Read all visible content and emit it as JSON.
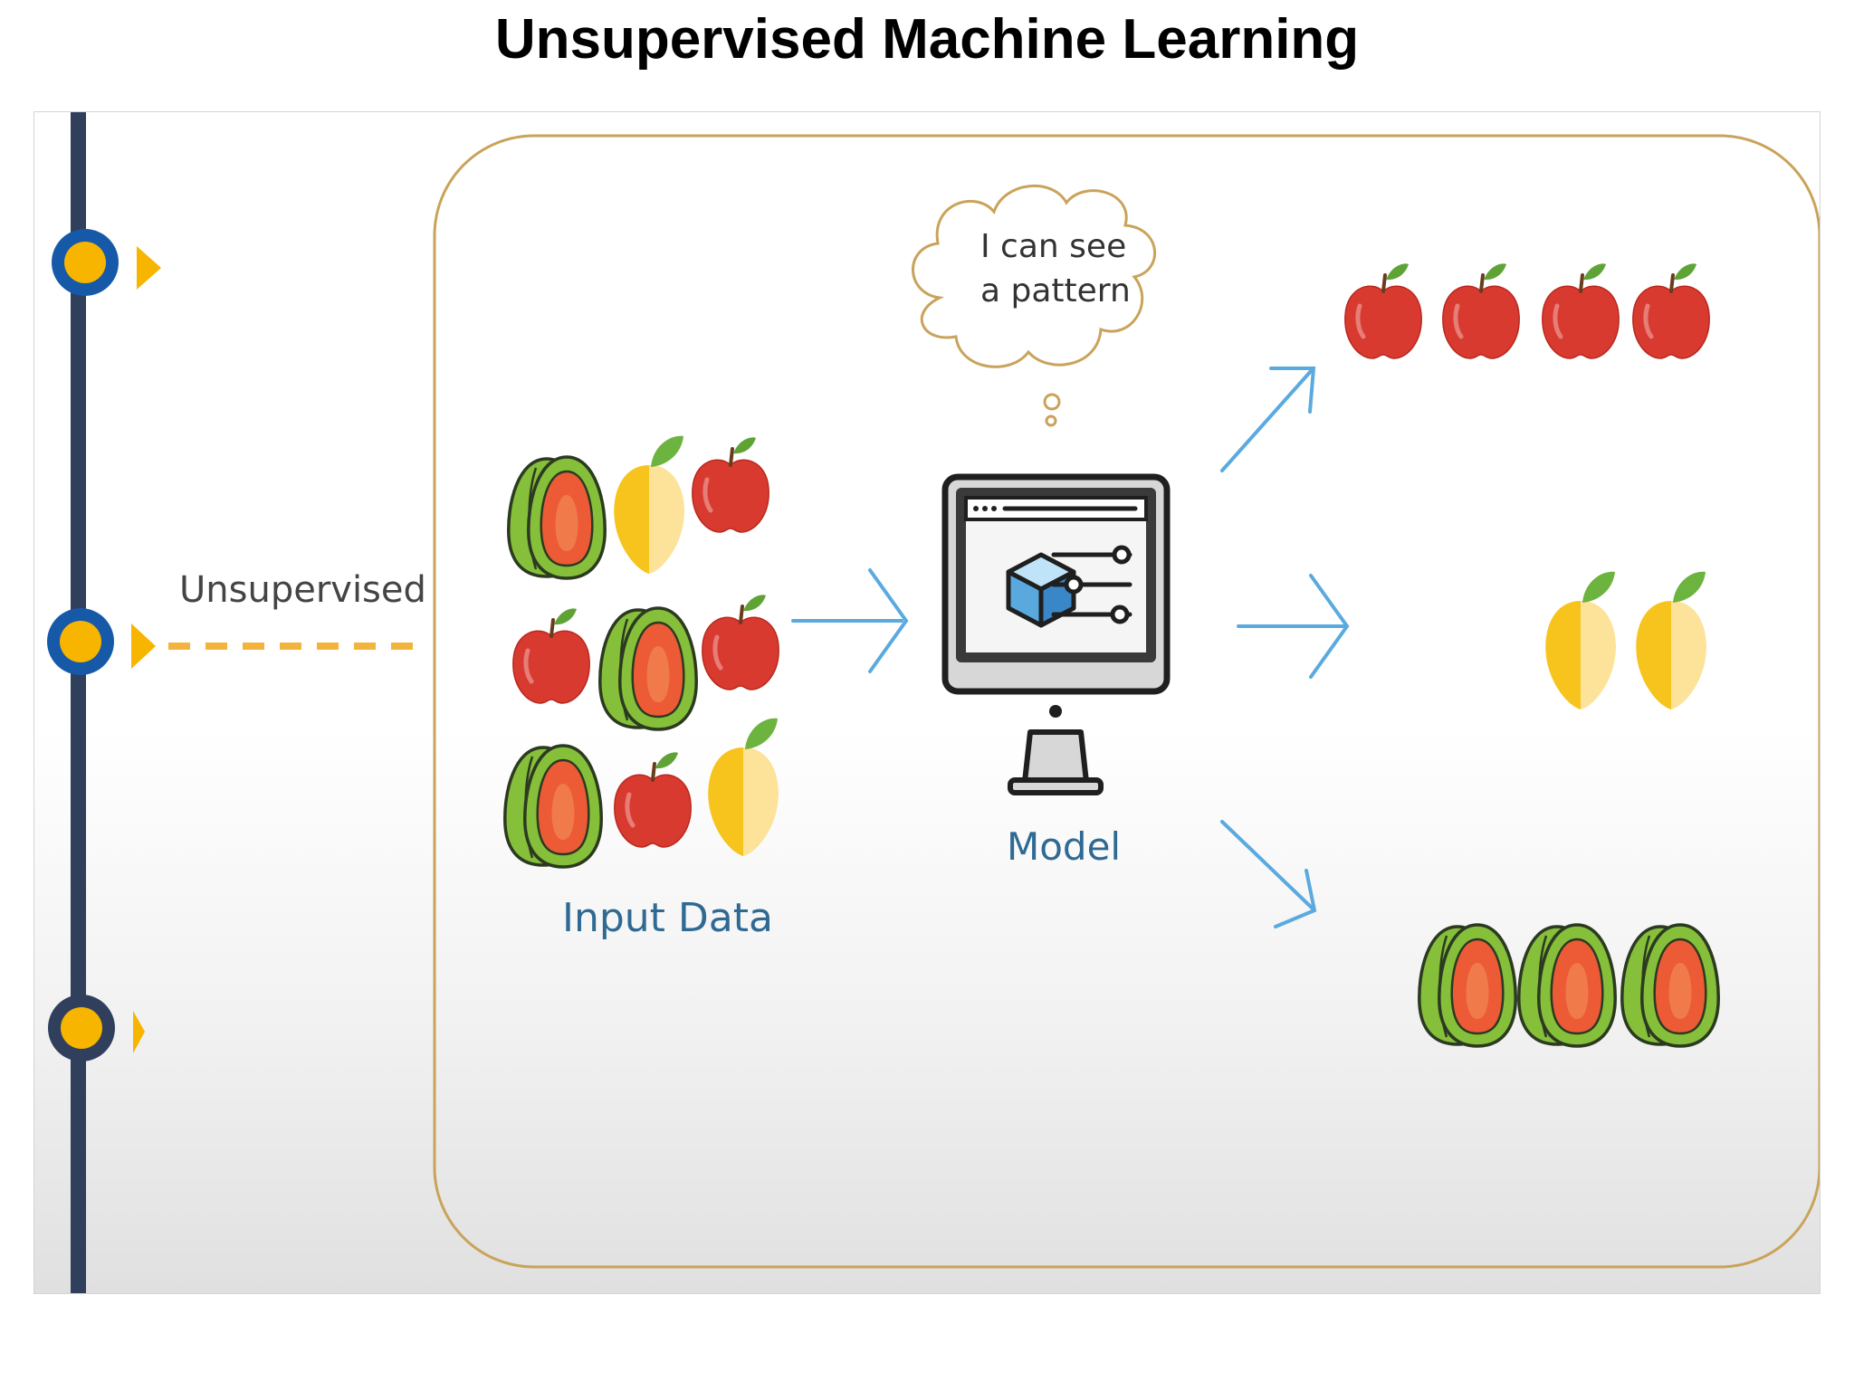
{
  "title": "Unsupervised Machine Learning",
  "timeline": {
    "label": "Unsupervised"
  },
  "diagram": {
    "input_label": "Input Data",
    "model_label": "Model",
    "thought_line1": "I can see",
    "thought_line2": "a pattern"
  },
  "icons": {
    "input_grid": [
      "guava",
      "mango",
      "apple",
      "apple",
      "guava",
      "apple",
      "guava",
      "apple",
      "mango"
    ],
    "cluster_apples": [
      "apple",
      "apple",
      "apple",
      "apple"
    ],
    "cluster_mangoes": [
      "mango",
      "mango"
    ],
    "cluster_guavas": [
      "guava",
      "guava",
      "guava"
    ]
  },
  "colors": {
    "timeline": "#2f3f5c",
    "node_ring": "#1659a8",
    "node_fill": "#f7b500",
    "dash": "#f2b43c",
    "arrow": "#5aaae0",
    "border": "#c9a35a",
    "apple": "#d93a2f",
    "mango": "#f6c41d",
    "guava_skin": "#86bf3a",
    "guava_flesh": "#ec5a36"
  }
}
